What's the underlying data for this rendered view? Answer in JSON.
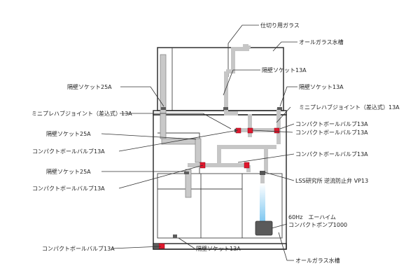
{
  "labels": {
    "partition_glass": "仕切り用ガラス",
    "all_glass_tank_top": "オールガラス水槽",
    "bulkhead_25a_left_top": "隔壁ソケット25A",
    "bulkhead_13a_r1": "隔壁ソケット13A",
    "bulkhead_13a_r2": "隔壁ソケット13A",
    "mini_joint_left": "ミニプレハブジョイント（差込式）13A",
    "mini_joint_right": "ミニプレハブジョイント（差込式）13A",
    "bulkhead_25a_left_mid": "隔壁ソケット25A",
    "compact_valve_right_1": "コンパクトボールバルブ13A",
    "compact_valve_right_2": "コンパクトボールバルブ13A",
    "compact_valve_left_1": "コンパクトボールバルブ13A",
    "compact_valve_right_3": "コンパクトボールバルブ13A",
    "bulkhead_25a_left_low": "隔壁ソケット25A",
    "check_valve": "LSS研究所 逆流防止弁 VP13",
    "compact_valve_left_2": "コンパクトボールバルブ13A",
    "pump_line1": "60Hz　エーハイム",
    "pump_line2": "コンパクトポンプ1000",
    "compact_valve_bottom": "コンパクトボールバルブ13A",
    "bulkhead_13a_bottom": "隔壁ソケット13A",
    "all_glass_tank_bottom": "オールガラス水槽"
  },
  "colors": {
    "valve": "#e0182d",
    "pipe": "#c9c9c9",
    "water": "#7cc6f0",
    "pump": "#5a5a5a"
  }
}
